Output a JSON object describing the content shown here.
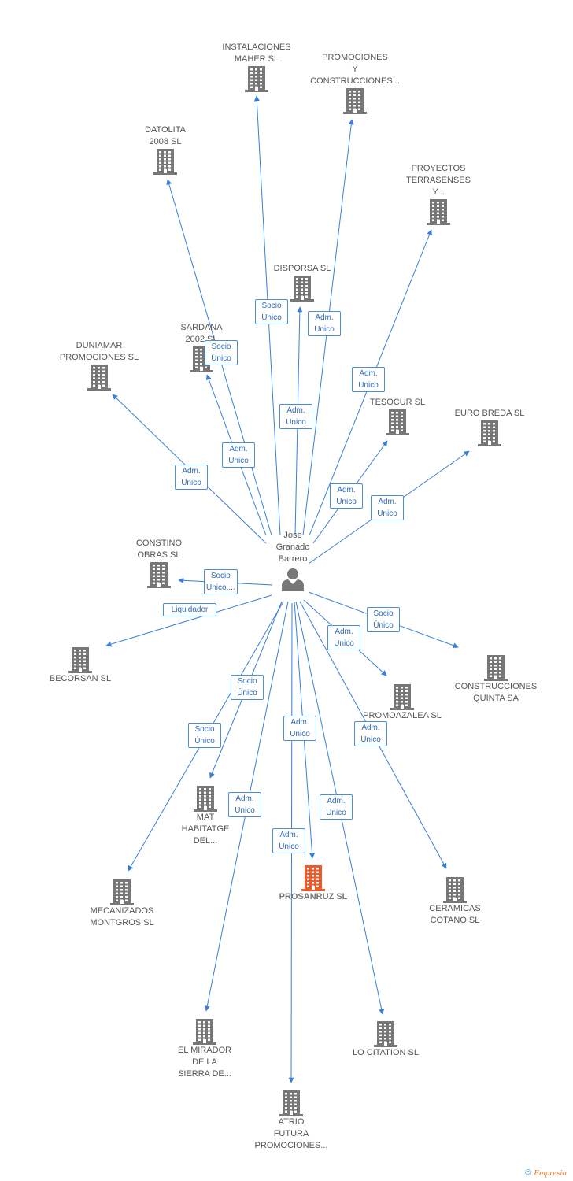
{
  "center": {
    "name": "Jose\nGranado\nBarrero"
  },
  "colors": {
    "edge": "#3a7fd5",
    "building": "#777777",
    "highlight": "#f05a28"
  },
  "nodes": [
    {
      "id": "instalaciones",
      "label": "INSTALACIONES\nMAHER SL"
    },
    {
      "id": "promociones_y",
      "label": "PROMOCIONES\nY\nCONSTRUCCIONES..."
    },
    {
      "id": "datolita",
      "label": "DATOLITA\n2008 SL"
    },
    {
      "id": "proyectos",
      "label": "PROYECTOS\nTERRASENSES\nY..."
    },
    {
      "id": "disporsa",
      "label": "DISPORSA SL"
    },
    {
      "id": "sardana",
      "label": "SARDANA\n2002 SL"
    },
    {
      "id": "duniamar",
      "label": "DUNIAMAR\nPROMOCIONES SL"
    },
    {
      "id": "tesocur",
      "label": "TESOCUR SL"
    },
    {
      "id": "eurobreda",
      "label": "EURO BREDA SL"
    },
    {
      "id": "constino",
      "label": "CONSTINO\nOBRAS  SL"
    },
    {
      "id": "becorsan",
      "label": "BECORSAN SL"
    },
    {
      "id": "quinta",
      "label": "CONSTRUCCIONES\nQUINTA SA"
    },
    {
      "id": "promoazalea",
      "label": "PROMOAZALEA SL"
    },
    {
      "id": "mat",
      "label": "MAT\nHABITATGE\nDEL..."
    },
    {
      "id": "prosanruz",
      "label": "PROSANRUZ SL"
    },
    {
      "id": "mecanizados",
      "label": "MECANIZADOS\nMONTGROS SL"
    },
    {
      "id": "ceramicas",
      "label": "CERAMICAS\nCOTANO SL"
    },
    {
      "id": "mirador",
      "label": "EL MIRADOR\nDE LA\nSIERRA DE..."
    },
    {
      "id": "citation",
      "label": "LO CITATION SL"
    },
    {
      "id": "atrio",
      "label": "ATRIO\nFUTURA\nPROMOCIONES..."
    }
  ],
  "relations": [
    {
      "target": "instalaciones",
      "label": "Socio\nÚnico"
    },
    {
      "target": "promociones_y",
      "label": "Adm.\nUnico"
    },
    {
      "target": "datolita",
      "label": "Socio\nÚnico"
    },
    {
      "target": "proyectos",
      "label": "Adm.\nUnico"
    },
    {
      "target": "disporsa",
      "label": "Adm.\nUnico"
    },
    {
      "target": "sardana",
      "label": "Adm.\nUnico"
    },
    {
      "target": "duniamar",
      "label": "Adm.\nUnico"
    },
    {
      "target": "tesocur",
      "label": "Adm.\nUnico"
    },
    {
      "target": "eurobreda",
      "label": "Adm.\nUnico"
    },
    {
      "target": "constino",
      "label": "Socio\nÚnico,..."
    },
    {
      "target": "becorsan",
      "label": "Liquidador"
    },
    {
      "target": "quinta",
      "label": "Socio\nÚnico"
    },
    {
      "target": "promoazalea",
      "label": "Adm.\nUnico"
    },
    {
      "target": "mat",
      "label": "Socio\nÚnico"
    },
    {
      "target": "mecanizados",
      "label": "Socio\nÚnico"
    },
    {
      "target": "ceramicas",
      "label": "Adm.\nUnico"
    },
    {
      "target": "prosanruz",
      "label": "Adm.\nUnico"
    },
    {
      "target": "mirador",
      "label": "Adm.\nUnico"
    },
    {
      "target": "citation",
      "label": "Adm.\nUnico"
    },
    {
      "target": "atrio",
      "label": "Adm.\nUnico"
    }
  ],
  "highlighted": "prosanruz",
  "footer": {
    "copyright_symbol": "©",
    "brand": "Empresia"
  }
}
